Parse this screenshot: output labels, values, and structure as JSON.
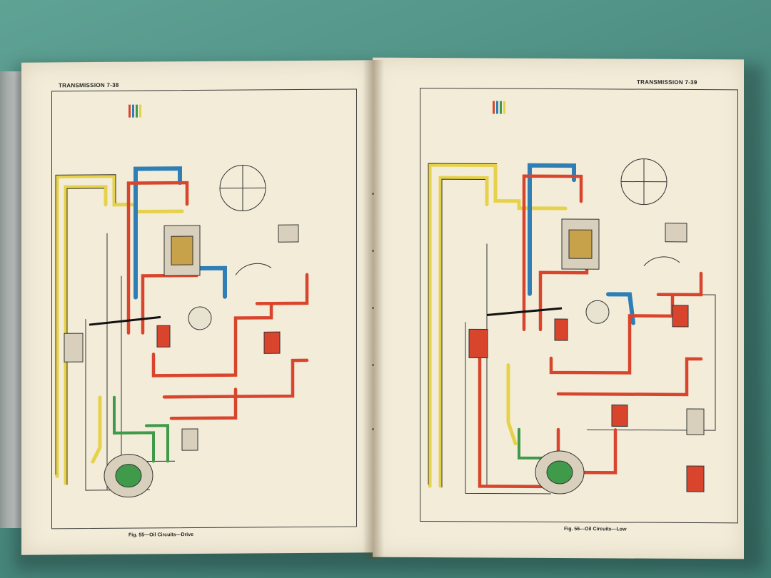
{
  "left_page": {
    "header": "TRANSMISSION 7-38",
    "caption": "Fig. 55—Oil Circuits—Drive"
  },
  "right_page": {
    "header": "TRANSMISSION 7-39",
    "caption": "Fig. 56—Oil Circuits—Low"
  },
  "colors": {
    "main_line": "#d9452c",
    "suction": "#2f7fb6",
    "converter": "#3f9a4a",
    "lubrication": "#e6d24a",
    "paper": "#f2ecd9",
    "table": "#4f8f84"
  }
}
